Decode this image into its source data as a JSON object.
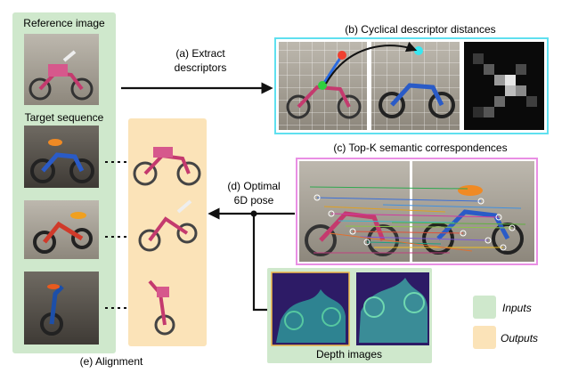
{
  "labels": {
    "reference_image": "Reference image",
    "target_sequence": "Target sequence",
    "alignment": "(e) Alignment",
    "extract_line1": "(a) Extract",
    "extract_line2": "descriptors",
    "cyclical": "(b) Cyclical descriptor distances",
    "topk": "(c) Top-K semantic correspondences",
    "pose_line1": "(d) Optimal",
    "pose_line2": "6D pose",
    "depth_images": "Depth images"
  },
  "legend": {
    "inputs": "Inputs",
    "outputs": "Outputs"
  },
  "colors": {
    "inputs_green": "#cfe8cc",
    "outputs_orange": "#fbe3b8",
    "cyan_frame": "#5fe0ef",
    "pink_frame": "#e98fe4",
    "arrow": "#111111"
  }
}
